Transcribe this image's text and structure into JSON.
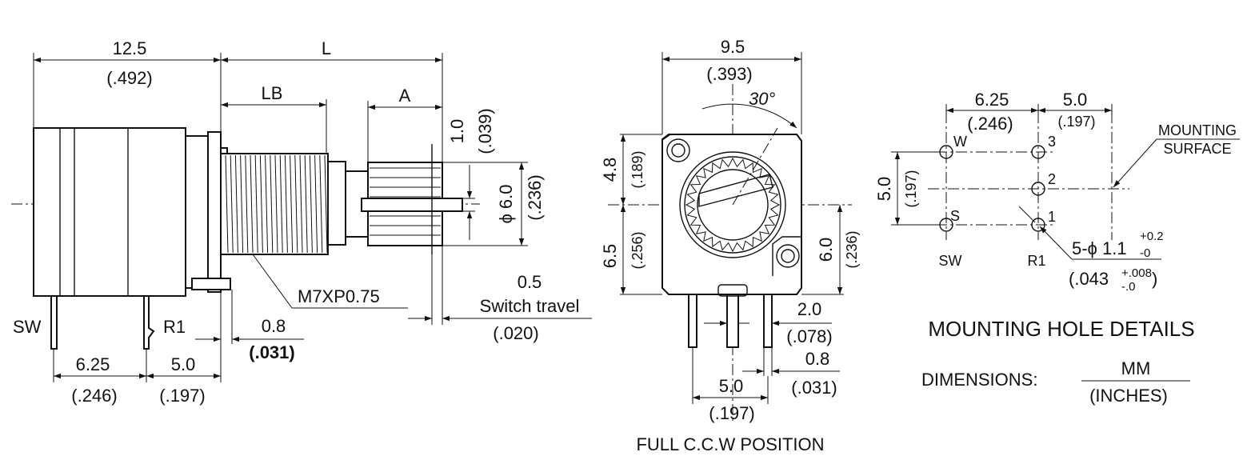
{
  "side_view": {
    "dim_body_mm": "12.5",
    "dim_body_in": "(.492)",
    "dim_L": "L",
    "dim_LB": "LB",
    "dim_A": "A",
    "dim_flat_mm": "1.0",
    "dim_flat_in": "(.039)",
    "dim_shaft_mm": "ϕ 6.0",
    "dim_shaft_in": "(.236)",
    "thread": "M7XP0.75",
    "travel_mm": "0.5",
    "travel_label": "Switch travel",
    "travel_in": "(.020)",
    "pin_sw": "SW",
    "pin_r1": "R1",
    "dim_pin_mm": "0.8",
    "dim_pin_in": "(.031)",
    "dim_sw_mm": "6.25",
    "dim_sw_in": "(.246)",
    "dim_r1_mm": "5.0",
    "dim_r1_in": "(.197)"
  },
  "front_view": {
    "dim_width_mm": "9.5",
    "dim_width_in": "(.393)",
    "angle": "30°",
    "dim_top_mm": "4.8",
    "dim_top_in": "(.189)",
    "dim_bottom_mm": "6.5",
    "dim_bottom_in": "(.256)",
    "dim_right_mm": "6.0",
    "dim_right_in": "(.236)",
    "dim_pitch_mm": "2.0",
    "dim_pitch_in": "(.078)",
    "dim_pin_mm": "0.8",
    "dim_pin_in": "(.031)",
    "dim_span_mm": "5.0",
    "dim_span_in": "(.197)",
    "caption": "FULL C.C.W POSITION"
  },
  "hole_details": {
    "dim_sw_mm": "6.25",
    "dim_sw_in": "(.246)",
    "dim_r1_mm": "5.0",
    "dim_r1_in": "(.197)",
    "dim_v_mm": "5.0",
    "dim_v_in": "(.197)",
    "mounting_1": "MOUNTING",
    "mounting_2": "SURFACE",
    "label_w": "W",
    "label_s": "S",
    "label_3": "3",
    "label_2": "2",
    "label_1": "1",
    "hole_prefix": "5-ϕ 1.1",
    "hole_tol_plus": "+0.2",
    "hole_tol_minus": "-0",
    "hole_in_prefix": "(.043",
    "hole_in_tol_plus": "+.008",
    "hole_in_tol_minus": "-.0",
    "hole_in_suffix": ")",
    "label_sw": "SW",
    "label_r1": "R1",
    "title": "MOUNTING HOLE DETAILS"
  },
  "legend": {
    "label": "DIMENSIONS:",
    "unit_top": "MM",
    "unit_bottom": "(INCHES)"
  }
}
